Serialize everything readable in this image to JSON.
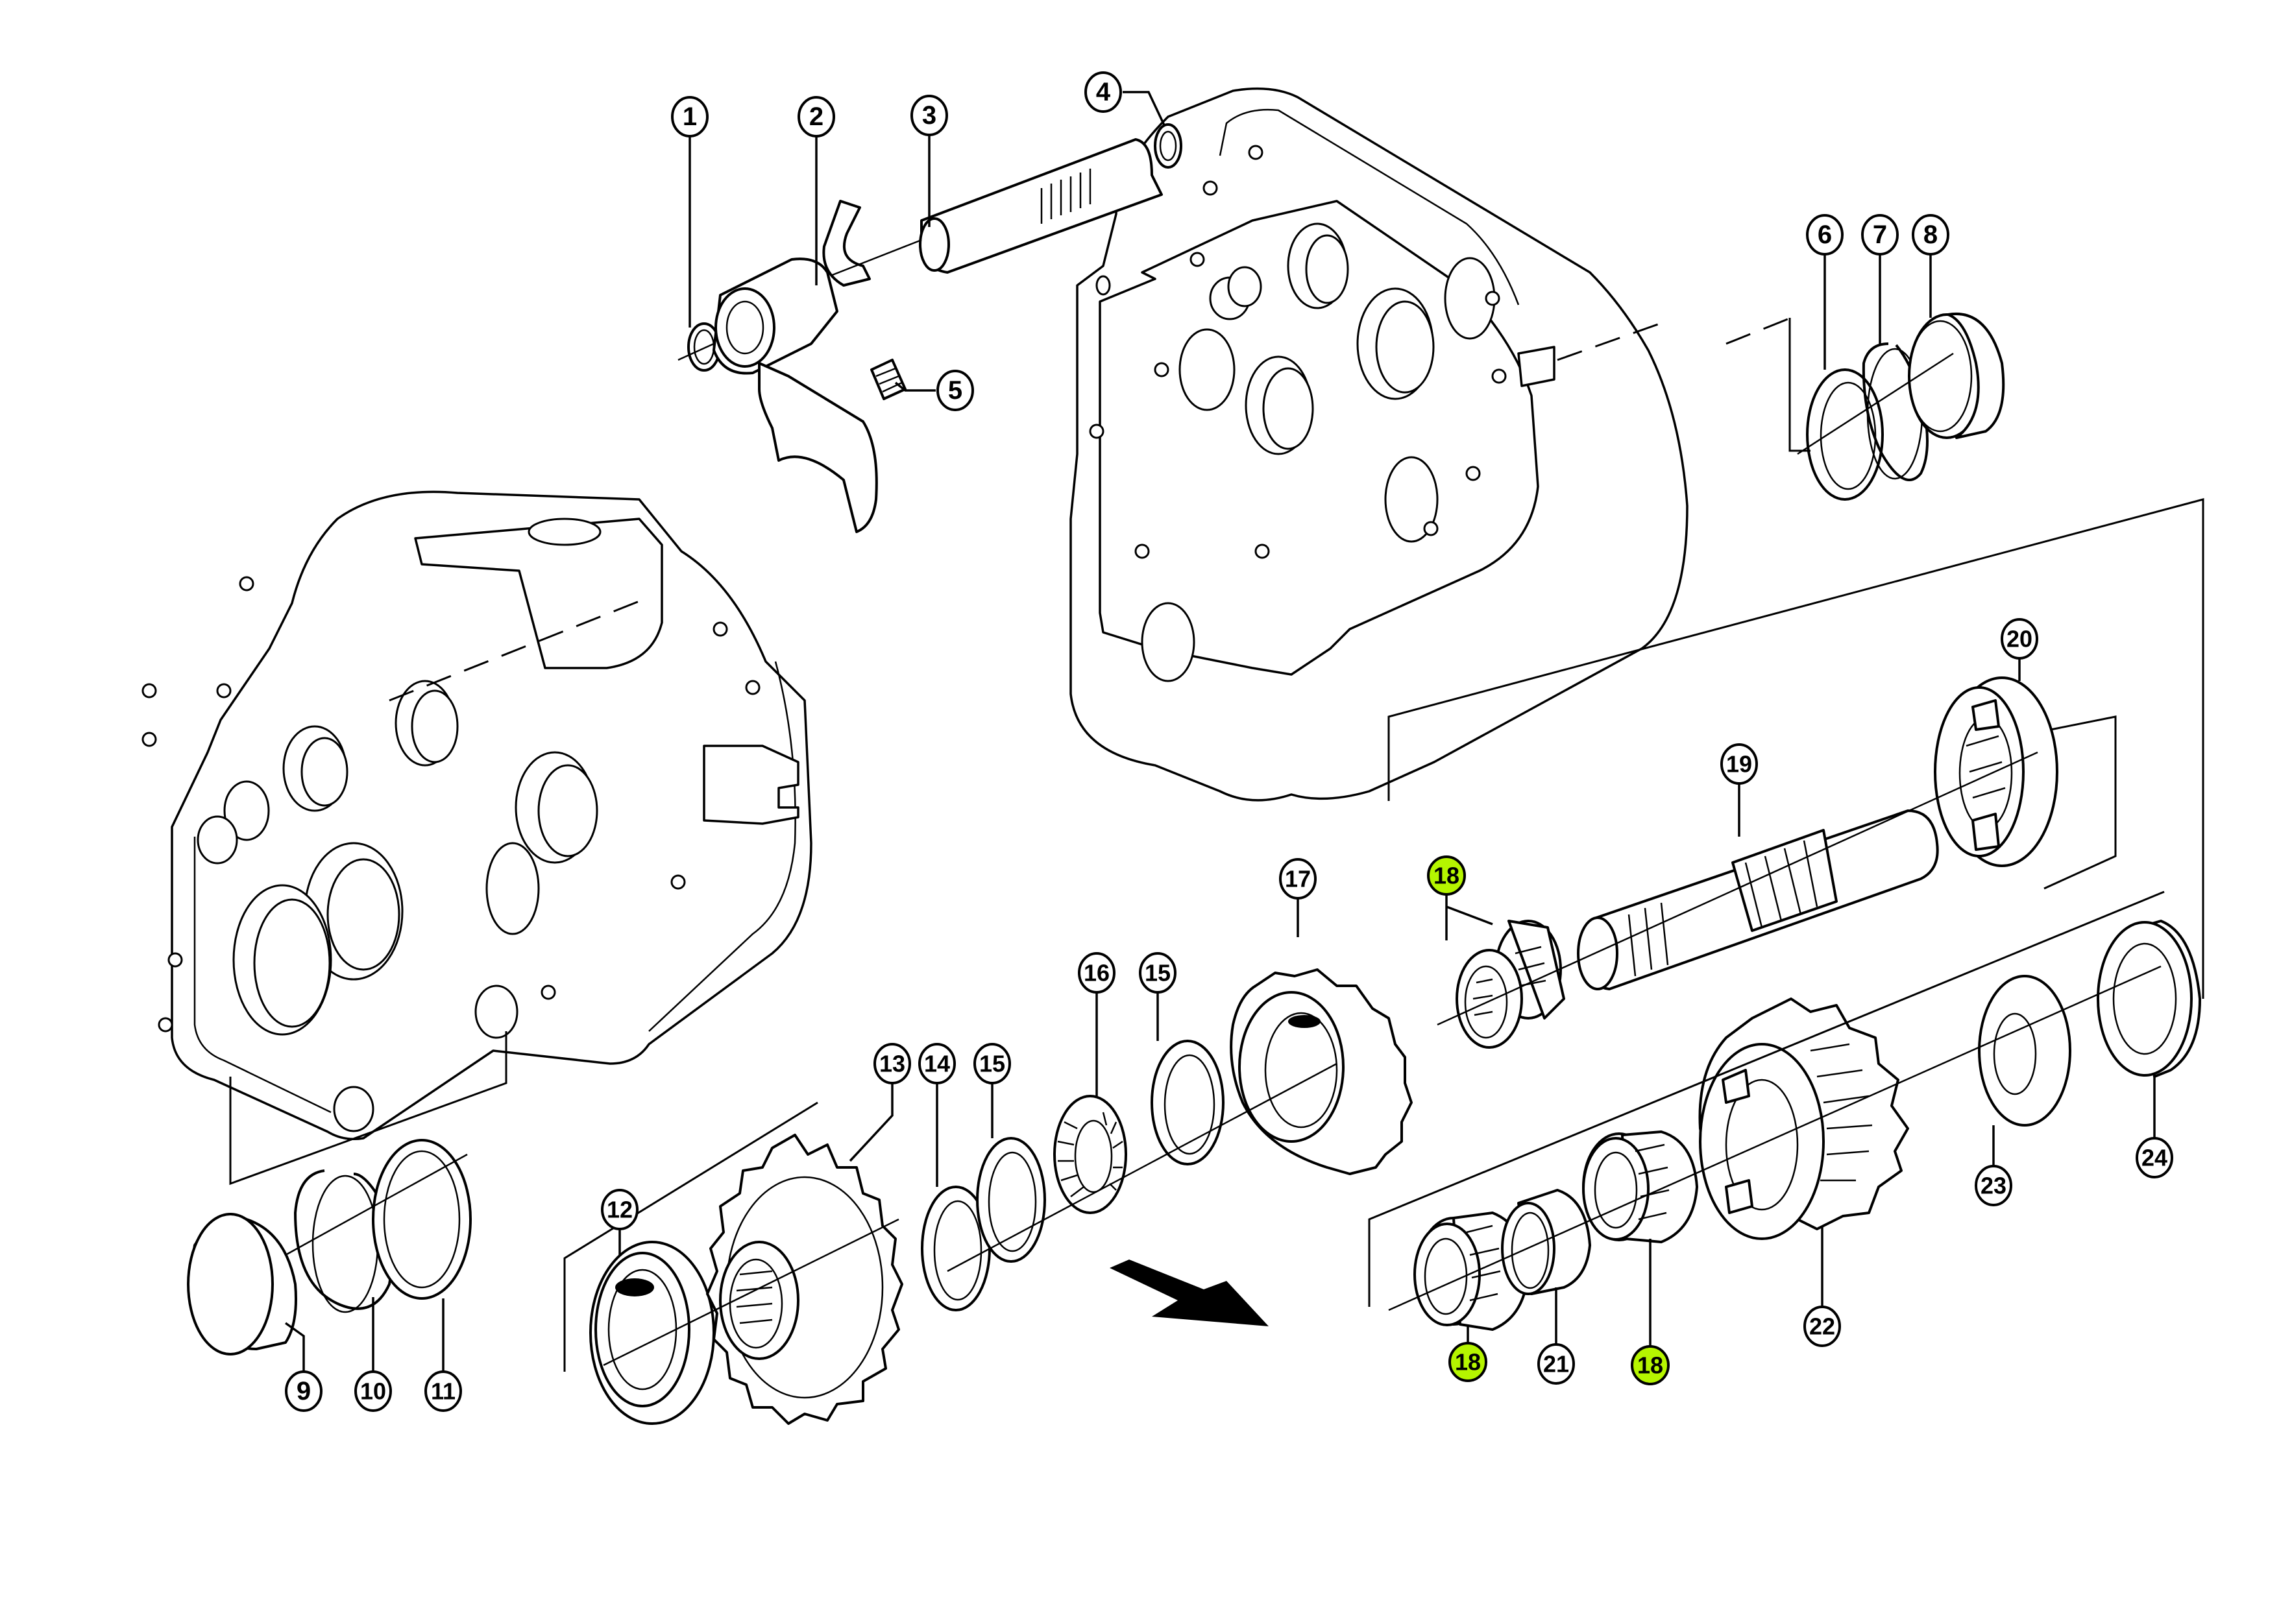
{
  "diagram": {
    "type": "exploded-parts-view",
    "subject": "gearbox / transmission assembly",
    "highlight_color": "#b5f500",
    "line_color": "#000000",
    "background": "#ffffff",
    "direction_arrow": "assembly-direction-arrow"
  },
  "callouts": [
    {
      "id": "c1",
      "label": "1",
      "part": "retaining-ring-small",
      "highlighted": false
    },
    {
      "id": "c2",
      "label": "2",
      "part": "shift-fork",
      "highlighted": false
    },
    {
      "id": "c3",
      "label": "3",
      "part": "shift-rail-shaft",
      "highlighted": false
    },
    {
      "id": "c4",
      "label": "4",
      "part": "retaining-ring-small",
      "highlighted": false
    },
    {
      "id": "c5",
      "label": "5",
      "part": "set-screw",
      "highlighted": false
    },
    {
      "id": "c6",
      "label": "6",
      "part": "shim-ring",
      "highlighted": false
    },
    {
      "id": "c7",
      "label": "7",
      "part": "snap-ring",
      "highlighted": false
    },
    {
      "id": "c8",
      "label": "8",
      "part": "bearing-cup",
      "highlighted": false
    },
    {
      "id": "c9",
      "label": "9",
      "part": "end-cap",
      "highlighted": false
    },
    {
      "id": "c10",
      "label": "10",
      "part": "snap-ring",
      "highlighted": false
    },
    {
      "id": "c11",
      "label": "11",
      "part": "shim-ring",
      "highlighted": false
    },
    {
      "id": "c12",
      "label": "12",
      "part": "ball-bearing",
      "highlighted": false
    },
    {
      "id": "c13",
      "label": "13",
      "part": "spur-gear",
      "highlighted": false
    },
    {
      "id": "c14",
      "label": "14",
      "part": "washer",
      "highlighted": false
    },
    {
      "id": "c15a",
      "label": "15",
      "part": "thrust-washer",
      "highlighted": false
    },
    {
      "id": "c16",
      "label": "16",
      "part": "needle-thrust-bearing",
      "highlighted": false
    },
    {
      "id": "c15b",
      "label": "15",
      "part": "thrust-washer",
      "highlighted": false
    },
    {
      "id": "c17",
      "label": "17",
      "part": "gear",
      "highlighted": false
    },
    {
      "id": "c18a",
      "label": "18",
      "part": "needle-bearing-pair",
      "highlighted": true
    },
    {
      "id": "c19",
      "label": "19",
      "part": "splined-shaft",
      "highlighted": false
    },
    {
      "id": "c20",
      "label": "20",
      "part": "shift-collar",
      "highlighted": false
    },
    {
      "id": "c18b",
      "label": "18",
      "part": "needle-bearing",
      "highlighted": true
    },
    {
      "id": "c21",
      "label": "21",
      "part": "spacer-sleeve",
      "highlighted": false
    },
    {
      "id": "c18c",
      "label": "18",
      "part": "needle-bearing",
      "highlighted": true
    },
    {
      "id": "c22",
      "label": "22",
      "part": "bevel-gear",
      "highlighted": false
    },
    {
      "id": "c23",
      "label": "23",
      "part": "spacer-washer",
      "highlighted": false
    },
    {
      "id": "c24",
      "label": "24",
      "part": "ball-bearing",
      "highlighted": false
    }
  ]
}
